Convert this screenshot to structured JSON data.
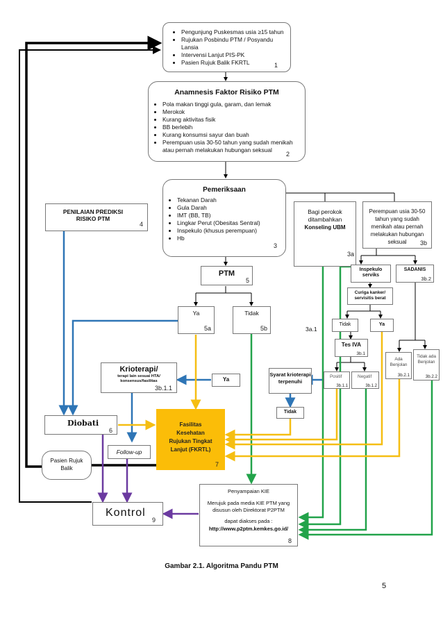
{
  "box1": {
    "items": [
      "Pengunjung Puskesmas usia ≥15 tahun",
      "Rujukan  Posbindu PTM / Posyandu Lansia",
      "Intervensi Lanjut PIS-PK",
      "Pasien Rujuk Balik FKRTL"
    ],
    "num": "1"
  },
  "box2": {
    "title": "Anamnesis Faktor Risiko PTM",
    "items": [
      "Pola makan tinggi gula, garam, dan lemak",
      "Merokok",
      "Kurang aktivitas fisik",
      "BB berlebih",
      "Kurang konsumsi sayur dan buah",
      "Perempuan usia 30-50 tahun yang sudah menikah atau pernah melakukan hubungan seksual"
    ],
    "num": "2"
  },
  "box3": {
    "title": "Pemeriksaan",
    "items": [
      "Tekanan Darah",
      "Gula Darah",
      "IMT (BB, TB)",
      "Lingkar Perut (Obesitas Sentral)",
      "Inspekulo (khusus perempuan)",
      "Hb"
    ],
    "num": "3"
  },
  "box4": {
    "title": "PENILAIAN PREDIKSI RISIKO PTM",
    "num": "4"
  },
  "box3a": {
    "text1": "Bagi perokok ditambahkan",
    "text2": "Konseling UBM",
    "num": "3a"
  },
  "box3b": {
    "text": "Perempuan usia 30-50 tahun yang sudah menikah atau pernah melakukan hubungan seksual",
    "num": "3b"
  },
  "ptm": {
    "title": "PTM",
    "num": "5"
  },
  "ya5a": {
    "label": "Ya",
    "num": "5a"
  },
  "tidak5b": {
    "label": "Tidak",
    "num": "5b"
  },
  "inspekulo": {
    "text": "Inspekulo serviks"
  },
  "sadanis": {
    "text": "SADANIS",
    "num": "3b.2"
  },
  "curiga": {
    "text": "Curiga kanker/ servisitis berat"
  },
  "tidakSmall": {
    "label": "Tidak"
  },
  "yaSmall": {
    "label": "Ya"
  },
  "tesiva": {
    "title": "Tes IVA",
    "num": "3b.1"
  },
  "positif": {
    "label": "Positif",
    "num": "3b.1.1"
  },
  "negatif": {
    "label": "Negatif",
    "num": "3b.1.2"
  },
  "adaBenjolan": {
    "text": "Ada Benjolan",
    "num": "3b.2.1"
  },
  "tidakBenjolan": {
    "text": "Tidak ada Benjolan",
    "num": "3b.2.2"
  },
  "label3a1": "3a.1",
  "krioterapi": {
    "title": "Krioterapi/",
    "sub": "terapi lain sesuai HTA/ konsensus/fasilitas",
    "num": "3b.1.1"
  },
  "yaMid": {
    "label": "Ya"
  },
  "syarat": {
    "text": "Syarat krioterapi terpenuhi"
  },
  "tidakMid": {
    "label": "Tidak"
  },
  "diobati": {
    "title": "Diobati",
    "num": "6"
  },
  "fkrtl": {
    "text": "Fasilitas Kesehatan Rujukan Tingkat Lanjut (FKRTL)",
    "num": "7"
  },
  "followup": {
    "text": "Follow-up"
  },
  "pasien": {
    "text": "Pasien Rujuk Balik"
  },
  "kontrol": {
    "title": "Kontrol",
    "num": "9"
  },
  "kie": {
    "title": "Penyampaian KIE",
    "text1": "Merujuk pada media KIE PTM yang disusun oleh Direktorat P2PTM",
    "text2": "dapat diakses pada :",
    "url": "http://www.p2ptm.kemkes.go.id/",
    "num": "8"
  },
  "caption": "Gambar 2.1. Algoritma Pandu PTM",
  "pageNumber": "5",
  "colors": {
    "black": "#000000",
    "blue": "#2e75b6",
    "green": "#22a34a",
    "yellow": "#f5be12",
    "purple": "#6b3aa0",
    "fkrtlFill": "#fbbd08",
    "gray": "#888888"
  }
}
